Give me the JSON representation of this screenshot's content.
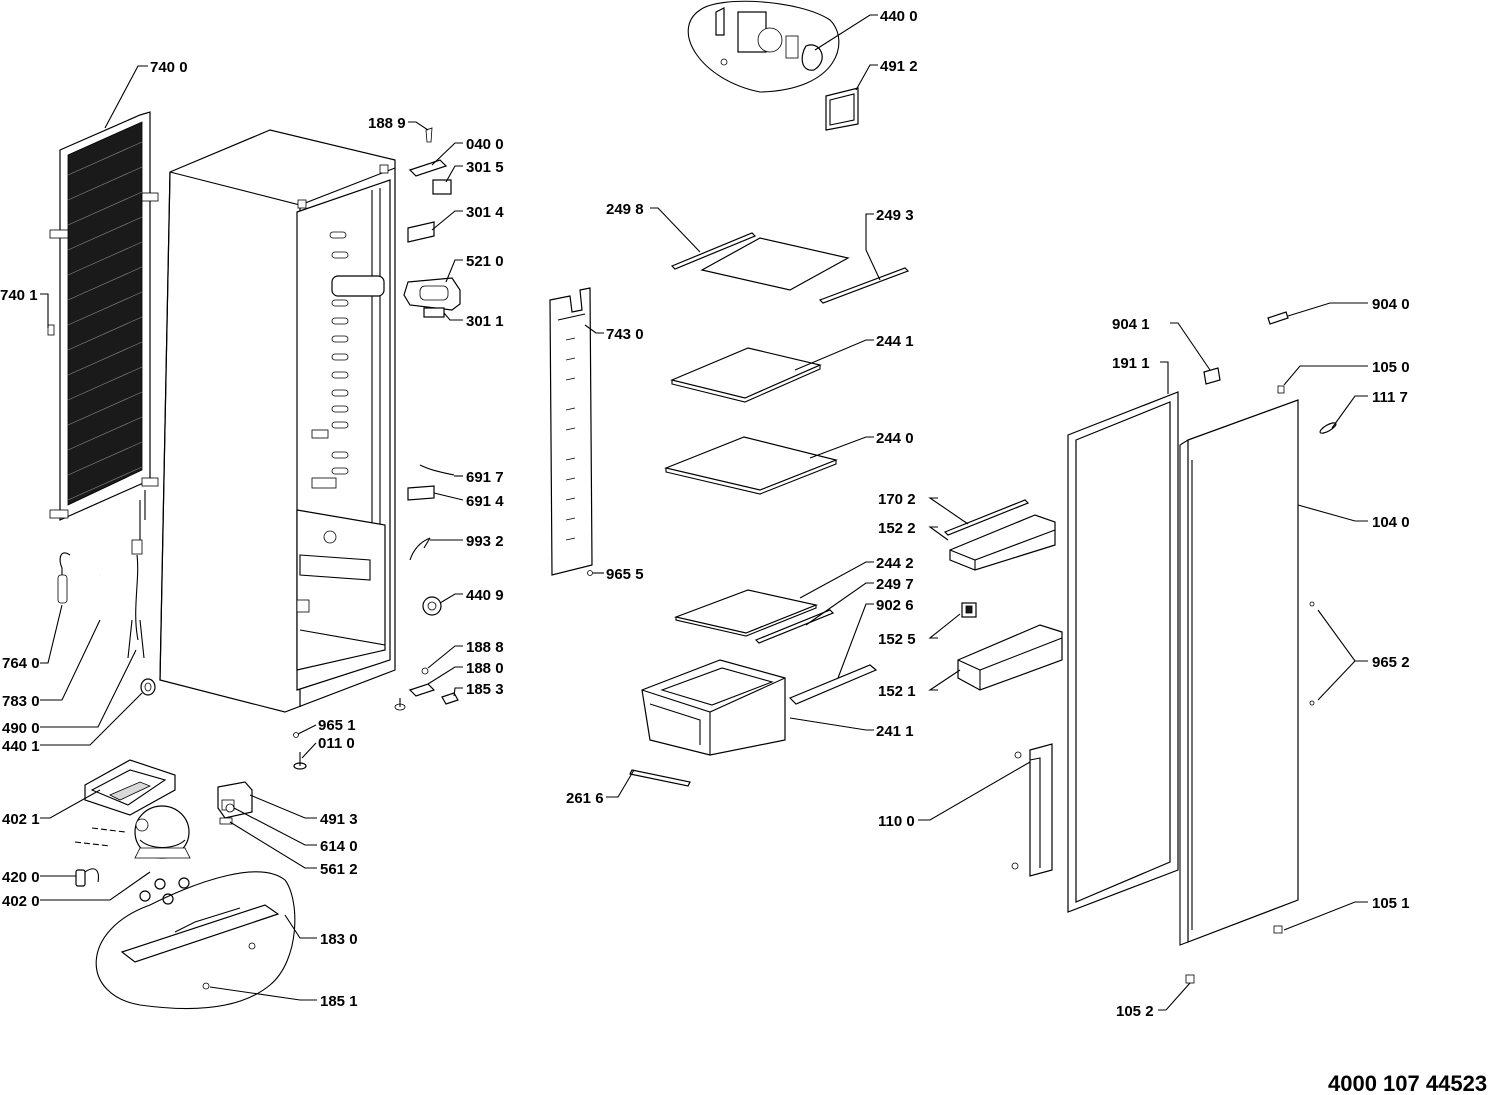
{
  "document_number": "4000 107 44523",
  "callouts": {
    "c7400": "740 0",
    "c7401": "740 1",
    "c7640": "764 0",
    "c7830": "783 0",
    "c4900": "490 0",
    "c4401": "440 1",
    "c1889": "188 9",
    "c0400": "040 0",
    "c3015": "301 5",
    "c3014": "301 4",
    "c5210": "521 0",
    "c3011": "301 1",
    "c6917": "691 7",
    "c6914": "691 4",
    "c9932": "993 2",
    "c4409": "440 9",
    "c1888": "188 8",
    "c1880": "188 0",
    "c1853": "185 3",
    "c9651": "965 1",
    "c0110": "011 0",
    "c4021": "402 1",
    "c4200": "420 0",
    "c4020": "402 0",
    "c4913": "491 3",
    "c6140": "614 0",
    "c5612": "561 2",
    "c1830": "183 0",
    "c1851": "185 1",
    "c4400": "440 0",
    "c4912": "491 2",
    "c2498": "249 8",
    "c2493": "249 3",
    "c7430": "743 0",
    "c2441": "244 1",
    "c2440": "244 0",
    "c9655": "965 5",
    "c1702": "170 2",
    "c1522": "152 2",
    "c2442": "244 2",
    "c2497": "249 7",
    "c9026": "902 6",
    "c1525": "152 5",
    "c1521": "152 1",
    "c2411": "241 1",
    "c2616": "261 6",
    "c9041": "904 1",
    "c9040": "904 0",
    "c1911": "191 1",
    "c1050": "105 0",
    "c1117": "111 7",
    "c1040": "104 0",
    "c9652": "965 2",
    "c1100": "110 0",
    "c1051": "105 1",
    "c1052": "105 2"
  }
}
